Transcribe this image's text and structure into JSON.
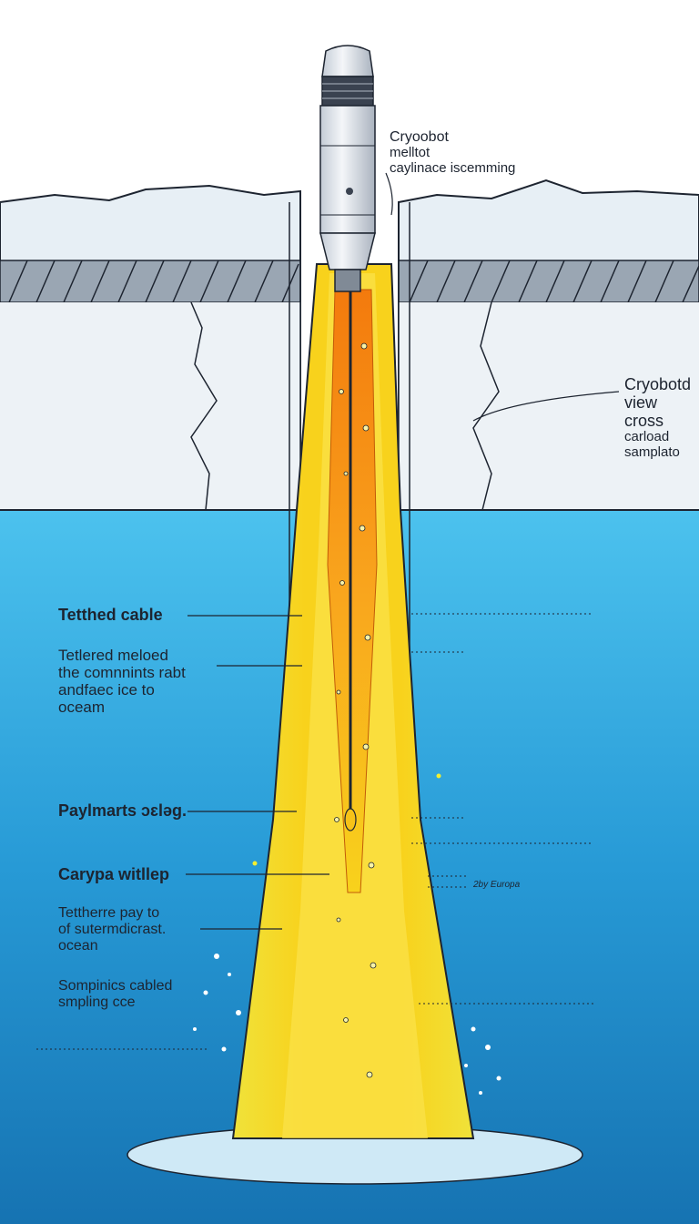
{
  "labels": {
    "top": [
      "Cryoobot",
      "melltot",
      "caylinace iscemming"
    ],
    "right": [
      "Cryobotd",
      "view",
      "cross",
      "carload",
      "samplato"
    ],
    "tethered_cable": "Tetthed cable",
    "tethered_melted": [
      "Tetlered meloed",
      "the comnnints rabt",
      "andfaec ice to",
      "oceam"
    ],
    "payload": "Paylmarts ɔɛləɡ.",
    "carya": "Carypa witllep",
    "tetherre": [
      "Tettherre pay to",
      "of sutermdicrast.",
      "ocean"
    ],
    "sampling": [
      "Sompinics cabled",
      "smpling cce"
    ],
    "europa": "2by Europa"
  },
  "colors": {
    "ocean_top": "#4cc2ee",
    "ocean_bottom": "#1673b2",
    "ice": "#e7eff5",
    "melt_yellow": "#f6d51c",
    "melt_orange": "#f58a12",
    "outline": "#1d2430"
  },
  "icons": [
    "cryobot-probe",
    "ice-shelf",
    "meltwater-plume",
    "tether-cable",
    "ocean-water",
    "bubbles"
  ]
}
